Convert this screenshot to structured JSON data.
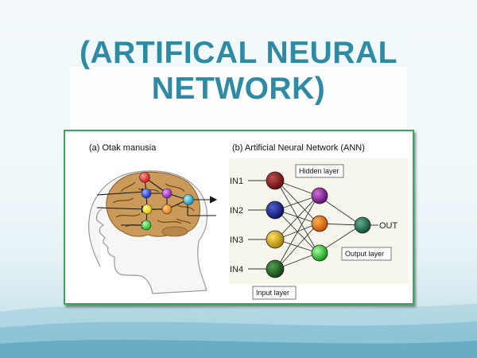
{
  "slide": {
    "title_line1": "(ARTIFICAL NEURAL",
    "title_line2": "NETWORK)"
  },
  "figure": {
    "caption_a": "(a) Otak manusia",
    "caption_b": "(b) Artificial Neural Network (ANN)",
    "labels": {
      "hidden_layer": "Hidden layer",
      "output_layer": "Output layer",
      "input_layer": "Input layer"
    },
    "inputs": [
      "IN1",
      "IN2",
      "IN3",
      "IN4"
    ],
    "output": "OUT"
  },
  "colors": {
    "title": "#2f8ba3",
    "frame_border": "#3aa55e",
    "input_nodes": [
      "#7a1010",
      "#15157a",
      "#c8a000",
      "#1d5a1d"
    ],
    "hidden_nodes": [
      "#7a1a8a",
      "#e07000",
      "#22bb22"
    ],
    "output_node": "#1f6b4a"
  }
}
